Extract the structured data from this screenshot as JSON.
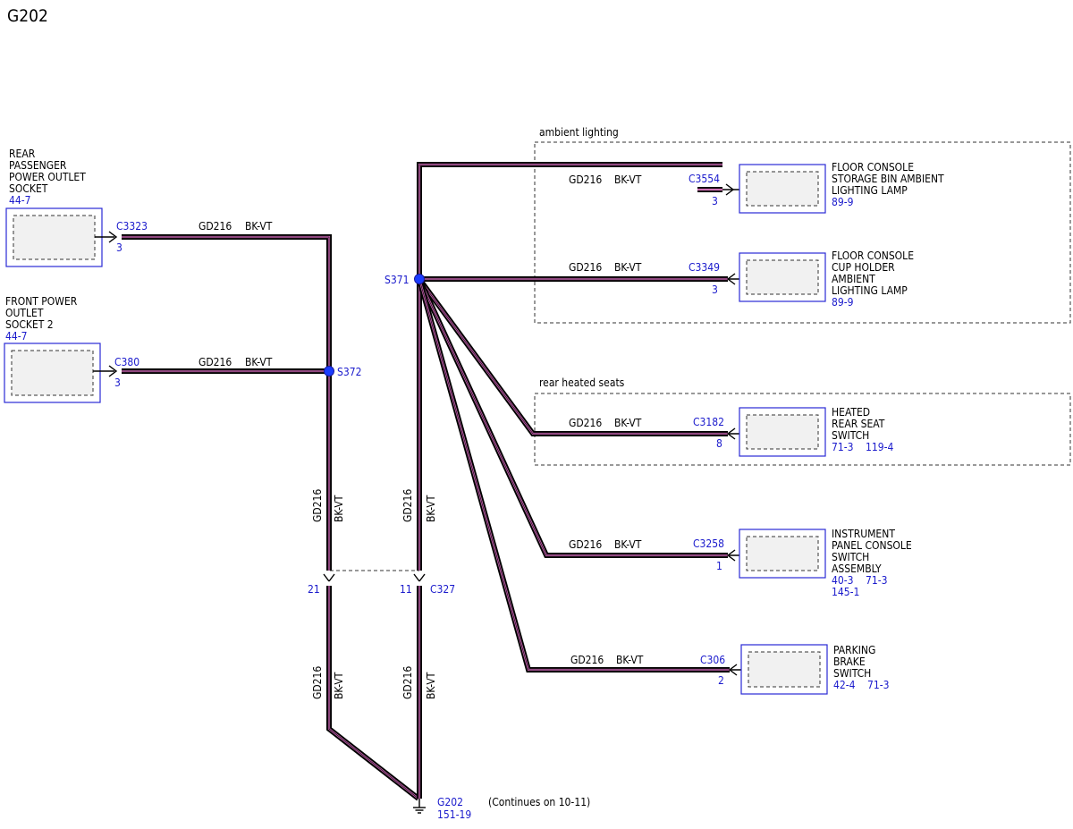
{
  "page_title": "G202",
  "wire": {
    "circuit": "GD216",
    "color": "BK-VT"
  },
  "groups": {
    "ambient": "ambient lighting",
    "heated": "rear heated seats"
  },
  "components": {
    "rear_outlet": {
      "lines": [
        "REAR",
        "PASSENGER",
        "POWER OUTLET",
        "SOCKET"
      ],
      "ref": "44-7",
      "conn": "C3323",
      "pin": "3"
    },
    "front_outlet": {
      "lines": [
        "FRONT POWER",
        "OUTLET",
        "SOCKET 2"
      ],
      "ref": "44-7",
      "conn": "C380",
      "pin": "3"
    },
    "storage_lamp": {
      "lines": [
        "FLOOR CONSOLE",
        "STORAGE BIN AMBIENT",
        "LIGHTING LAMP"
      ],
      "ref": "89-9",
      "conn": "C3554",
      "pin": "3"
    },
    "cup_lamp": {
      "lines": [
        "FLOOR CONSOLE",
        "CUP HOLDER",
        "AMBIENT",
        "LIGHTING LAMP"
      ],
      "ref": "89-9",
      "conn": "C3349",
      "pin": "3"
    },
    "heated_switch": {
      "lines": [
        "HEATED",
        "REAR SEAT",
        "SWITCH"
      ],
      "ref": "71-3",
      "ref2": "119-4",
      "conn": "C3182",
      "pin": "8"
    },
    "ip_switch": {
      "lines": [
        "INSTRUMENT",
        "PANEL CONSOLE",
        "SWITCH",
        "ASSEMBLY"
      ],
      "ref": "40-3",
      "ref2": "71-3",
      "ref3": "145-1",
      "conn": "C3258",
      "pin": "1"
    },
    "brake_switch": {
      "lines": [
        "PARKING",
        "BRAKE",
        "SWITCH"
      ],
      "ref": "42-4",
      "ref2": "71-3",
      "conn": "C306",
      "pin": "2"
    }
  },
  "splices": {
    "s371": "S371",
    "s372": "S372"
  },
  "inline": {
    "conn": "C327",
    "pin_left": "21",
    "pin_right": "11"
  },
  "ground": {
    "name": "G202",
    "ref": "151-19",
    "note": "(Continues on 10-11)"
  }
}
